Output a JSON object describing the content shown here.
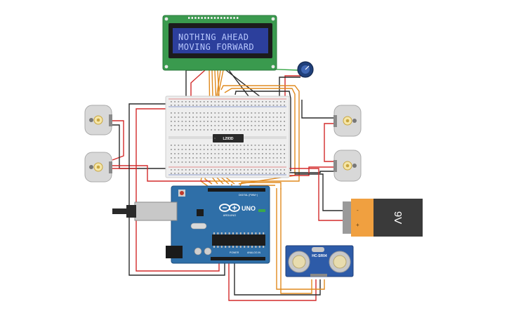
{
  "lcd": {
    "line1": "NOTHING AHEAD",
    "line2": "MOVING FORWARD",
    "screen_color": "#2c3f9c",
    "board_color": "#3a9a4e"
  },
  "driver_chip": {
    "label": "L293D"
  },
  "arduino": {
    "brand": "UNO",
    "logo_text": "ARDUINO",
    "digital_label": "DIGITAL (PWM~)",
    "power_label": "POWER",
    "analog_label": "ANALOG IN",
    "board_color": "#2f6fa8"
  },
  "battery": {
    "label": "9V",
    "minus": "-",
    "plus": "+",
    "cap_color": "#f0a040",
    "body_color": "#3a3a3a"
  },
  "ultrasonic": {
    "label": "HC-SR04",
    "board_color": "#2d5ba8"
  },
  "motors": [
    {
      "id": "motor-left-top"
    },
    {
      "id": "motor-left-bottom"
    },
    {
      "id": "motor-right-top"
    },
    {
      "id": "motor-right-bottom"
    }
  ],
  "wire_colors": {
    "red": "#d32b2b",
    "black": "#2a2a2a",
    "orange": "#e08a1e",
    "green": "#3aa84a"
  }
}
